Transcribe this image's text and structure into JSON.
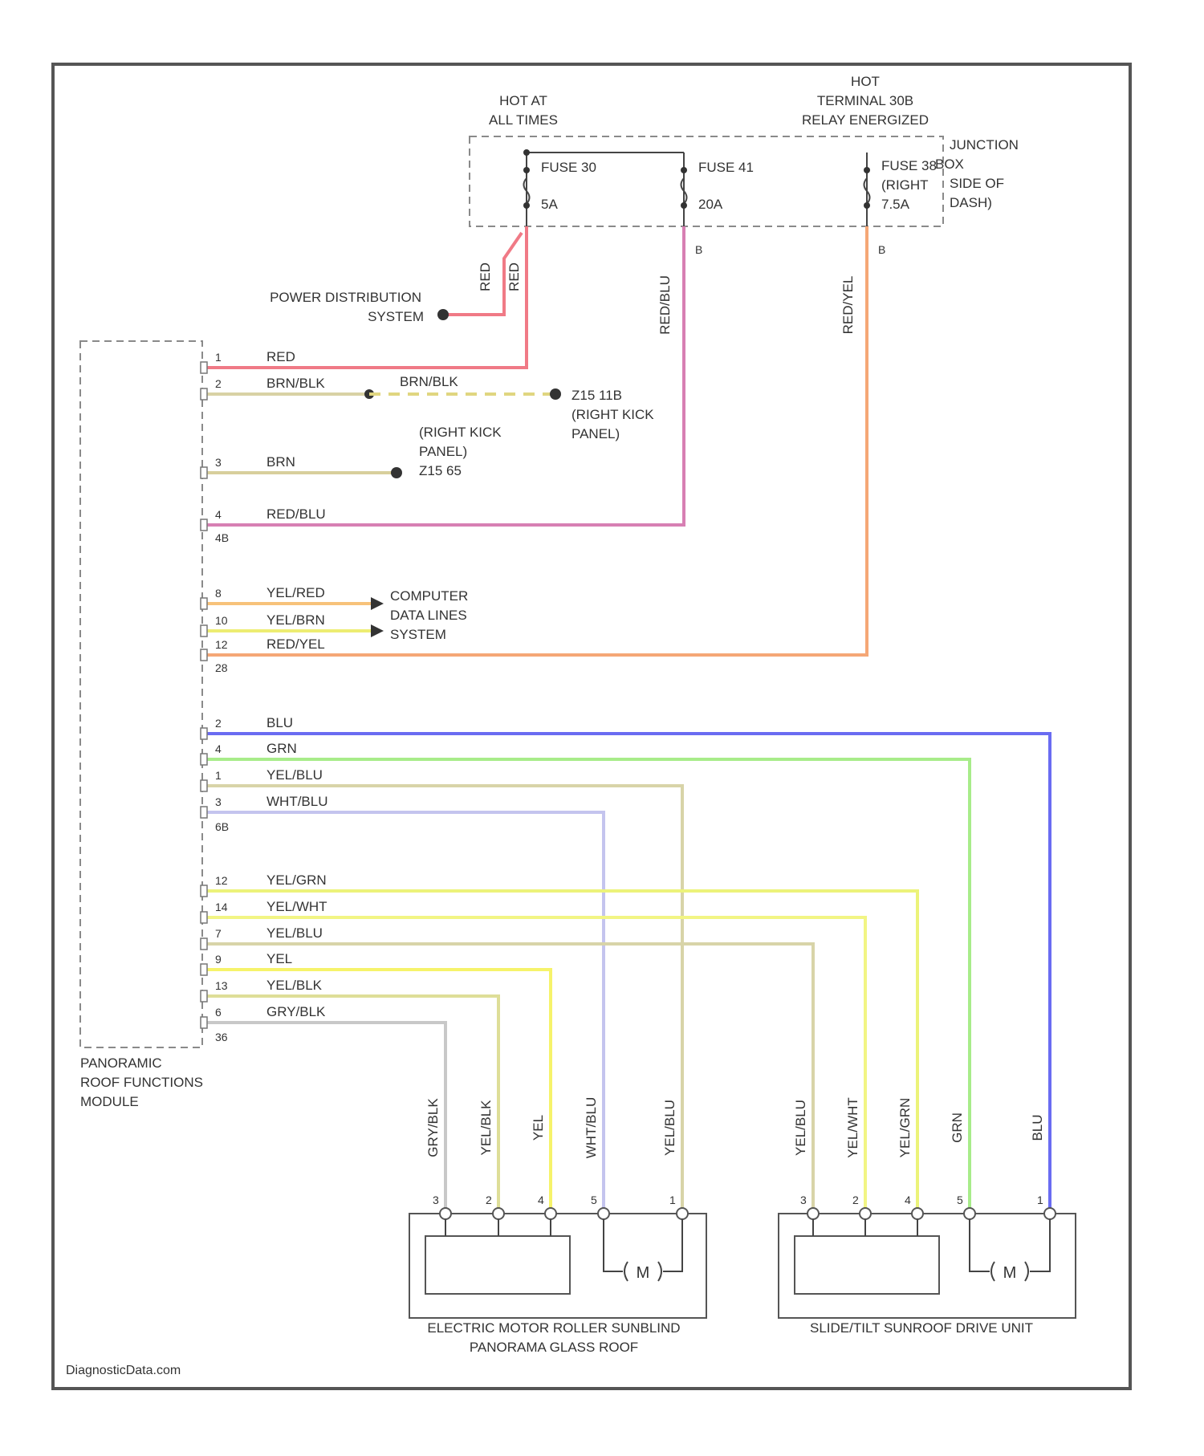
{
  "title_blocks": {
    "hot_at_all_times": [
      "HOT AT",
      "ALL TIMES"
    ],
    "hot_terminal": [
      "HOT",
      "TERMINAL 30B",
      "RELAY ENERGIZED"
    ],
    "junction_box": [
      "JUNCTION",
      "BOX",
      "SIDE OF",
      "DASH)"
    ]
  },
  "fuses": [
    {
      "name": "FUSE 30",
      "rating": "5A"
    },
    {
      "name": "FUSE 41",
      "rating": "20A"
    },
    {
      "name": "FUSE 38",
      "rating": "7.5A",
      "extra": "(RIGHT"
    }
  ],
  "fuse_pins": {
    "a": "B",
    "b": "B"
  },
  "labels": {
    "power_distribution": [
      "POWER DISTRIBUTION",
      "SYSTEM"
    ],
    "ground_1": [
      "Z15 11B",
      "(RIGHT KICK",
      "PANEL)"
    ],
    "ground_2": [
      "(RIGHT KICK",
      "PANEL)",
      "Z15 65"
    ],
    "computer_data": [
      "COMPUTER",
      "DATA LINES",
      "SYSTEM"
    ],
    "module_name": [
      "PANORAMIC",
      "ROOF FUNCTIONS",
      "MODULE"
    ],
    "motor_1": [
      "ELECTRIC MOTOR ROLLER SUNBLIND",
      "PANORAMA GLASS ROOF"
    ],
    "motor_2": [
      "SLIDE/TILT SUNROOF DRIVE UNIT"
    ],
    "motor_symbol": "M",
    "watermark": "DiagnosticData.com"
  },
  "riser_wire_labels": {
    "red_a": "RED",
    "red_b": "RED",
    "red_blu": "RED/BLU",
    "red_yel": "RED/YEL"
  },
  "module_pins": [
    {
      "pin": "1",
      "wire": "RED"
    },
    {
      "pin": "2",
      "wire": "BRN/BLK",
      "continued": "BRN/BLK"
    },
    {
      "pin": "3",
      "wire": "BRN"
    },
    {
      "pin": "4",
      "wire": "RED/BLU"
    },
    {
      "pin": "8",
      "wire": "YEL/RED"
    },
    {
      "pin": "10",
      "wire": "YEL/BRN"
    },
    {
      "pin": "12",
      "wire": "RED/YEL"
    },
    {
      "pin": "2",
      "wire": "BLU"
    },
    {
      "pin": "4",
      "wire": "GRN"
    },
    {
      "pin": "1",
      "wire": "YEL/BLU"
    },
    {
      "pin": "3",
      "wire": "WHT/BLU"
    },
    {
      "pin": "12",
      "wire": "YEL/GRN"
    },
    {
      "pin": "14",
      "wire": "YEL/WHT"
    },
    {
      "pin": "7",
      "wire": "YEL/BLU"
    },
    {
      "pin": "9",
      "wire": "YEL"
    },
    {
      "pin": "13",
      "wire": "YEL/BLK"
    },
    {
      "pin": "6",
      "wire": "GRY/BLK"
    }
  ],
  "connector_ids": [
    "4B",
    "28",
    "6B",
    "36"
  ],
  "motor1_wires": [
    "GRY/BLK",
    "YEL/BLK",
    "YEL",
    "WHT/BLU",
    "YEL/BLU"
  ],
  "motor1_pins": [
    "3",
    "2",
    "4",
    "5",
    "1"
  ],
  "motor2_wires": [
    "YEL/BLU",
    "YEL/WHT",
    "YEL/GRN",
    "GRN",
    "BLU"
  ],
  "motor2_pins": [
    "3",
    "2",
    "4",
    "5",
    "1"
  ],
  "colors": {
    "red": "#f07a86",
    "red_blu": "#d77fb3",
    "red_yel": "#f5a776",
    "brn": "#d8cf9c",
    "brn_blk": "#d8d2a4",
    "yel_red": "#f7c27a",
    "yel_brn": "#eded72",
    "blu": "#6a6cf2",
    "grn": "#a8ec8a",
    "yel_blu": "#d8d4a8",
    "wht_blu": "#c4c4ee",
    "yel_grn": "#ecf37a",
    "yel_wht": "#f2f584",
    "yel": "#f6f36a",
    "yel_blk": "#dede98",
    "gry_blk": "#c8c8c8"
  }
}
